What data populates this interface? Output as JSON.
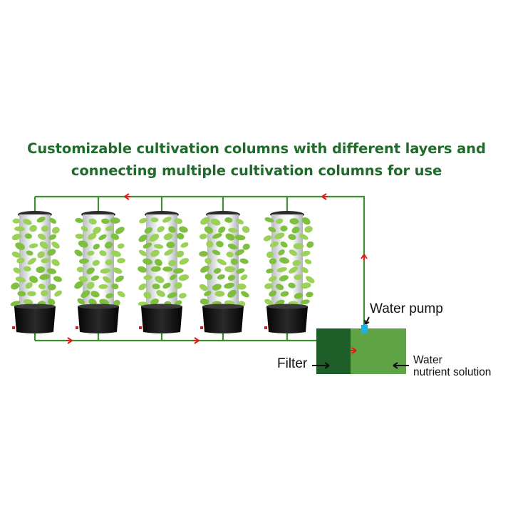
{
  "title": {
    "line1": "Customizable cultivation columns with different layers and",
    "line2": "connecting multiple cultivation columns for use"
  },
  "labels": {
    "water_pump": "Water pump",
    "filter": "Filter",
    "water_line1": "Water",
    "water_line2": "nutrient solution"
  },
  "colors": {
    "pipe": "#3d8f2f",
    "arrow": "#e21b1b",
    "filter_chamber": "#1e5e28",
    "tank": "#5fa347",
    "pump": "#13b5ea",
    "title": "#1f6b2a",
    "pot": "#111111",
    "leaf": "#7fbf3f"
  },
  "towers": {
    "count": 5
  }
}
